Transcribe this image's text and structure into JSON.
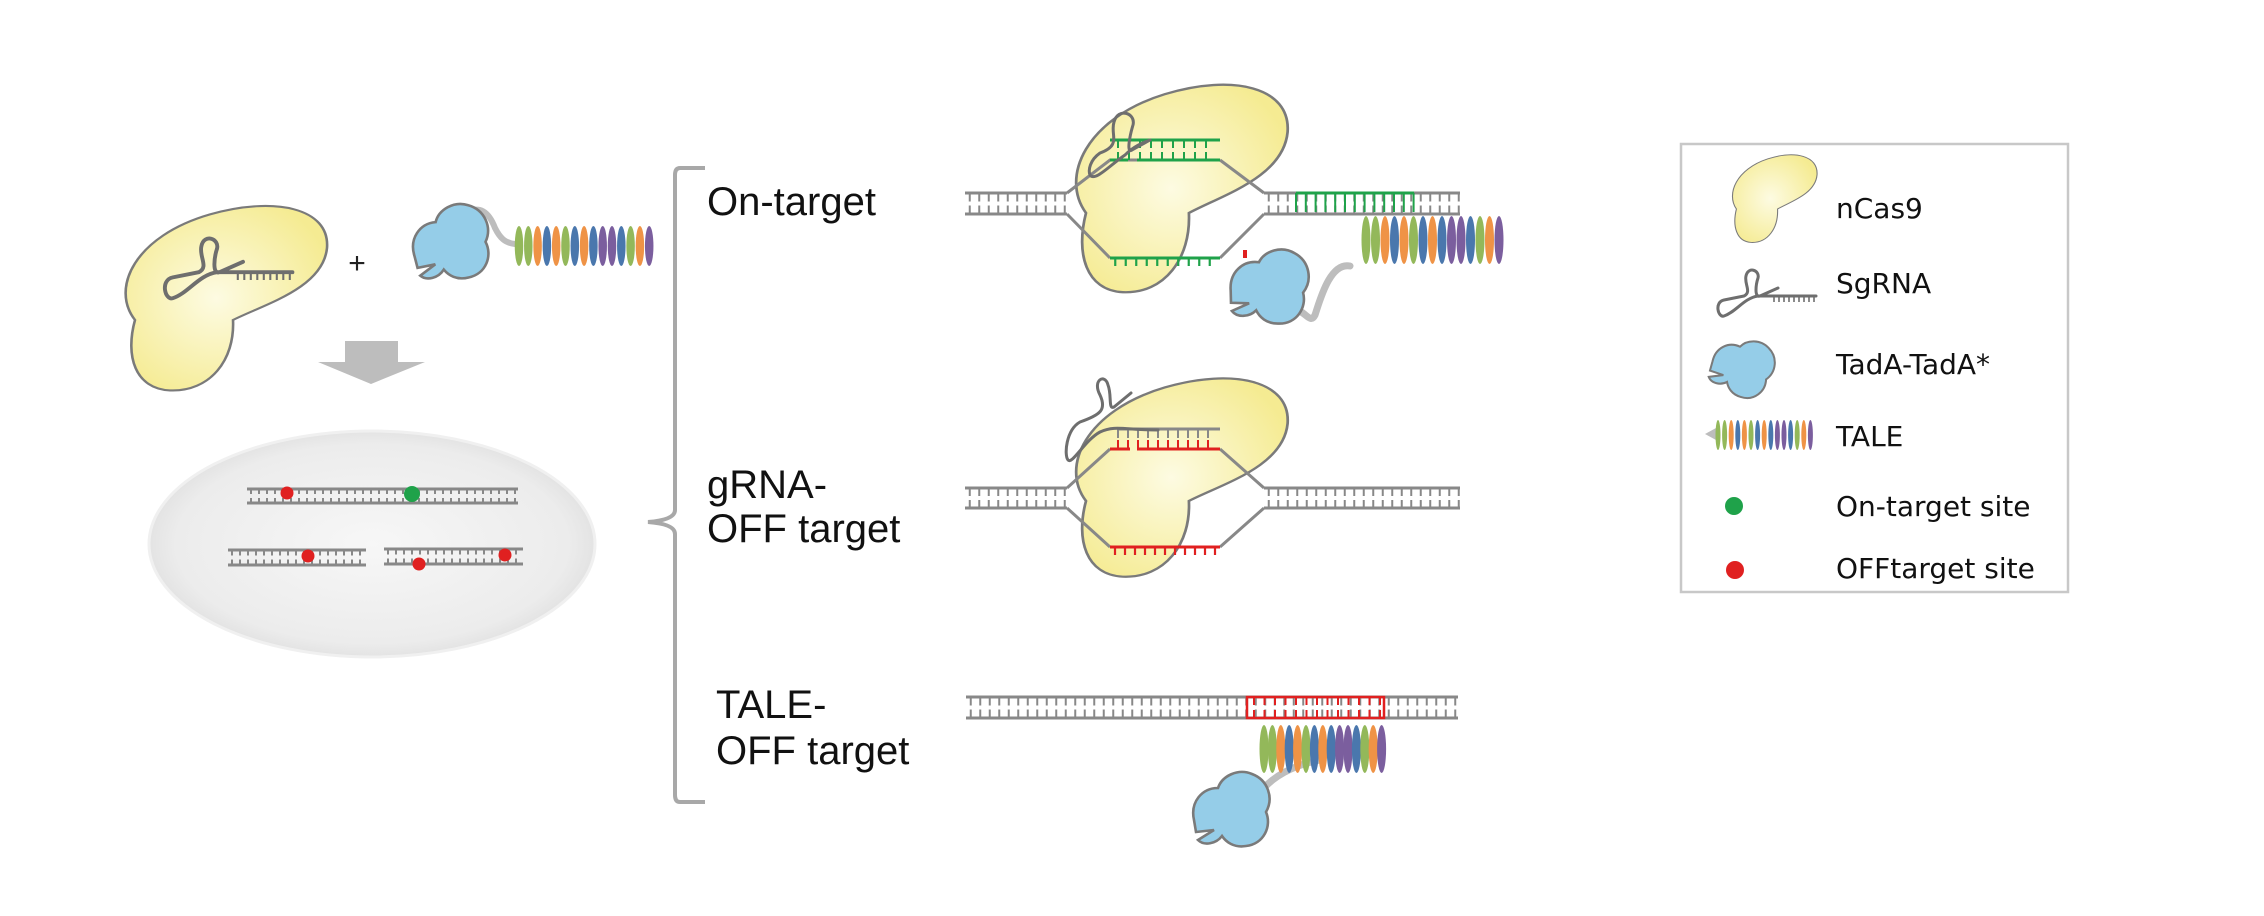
{
  "figure": {
    "plus_sign": "+",
    "rows": [
      {
        "id": "on-target",
        "label_lines": [
          "On-target"
        ],
        "site": "on"
      },
      {
        "id": "grna-off-target",
        "label_lines": [
          "gRNA-",
          "OFF target"
        ],
        "site": "off"
      },
      {
        "id": "tale-off-target",
        "label_lines": [
          "TALE-",
          "OFF target"
        ],
        "site": "off"
      }
    ],
    "cell_sites": [
      {
        "strand": "top",
        "type": "off"
      },
      {
        "strand": "top",
        "type": "on"
      },
      {
        "strand": "lower-left",
        "type": "off"
      },
      {
        "strand": "lower-right",
        "type": "off"
      },
      {
        "strand": "lower-right",
        "type": "off"
      }
    ]
  },
  "legend": {
    "items": [
      {
        "icon": "ncas9-icon",
        "label": "nCas9"
      },
      {
        "icon": "sgrna-icon",
        "label": "SgRNA"
      },
      {
        "icon": "tada-icon",
        "label": "TadA-TadA*"
      },
      {
        "icon": "tale-icon",
        "label": "TALE"
      },
      {
        "icon": "on-target-dot-icon",
        "label": "On-target site"
      },
      {
        "icon": "off-target-dot-icon",
        "label": "OFFtarget site"
      }
    ]
  },
  "colors": {
    "cas9_fill_center": "#fdf9d8",
    "cas9_fill_edge": "#f6ec98",
    "tada_fill": "#95cde8",
    "on_target": "#1fa24a",
    "off_target": "#e02020",
    "dna": "#888888",
    "cell_center": "#f6f6f6",
    "cell_edge": "#dedede",
    "arrow": "#bdbdbd",
    "tale_repeats": [
      "#93b85a",
      "#93b85a",
      "#ef9346",
      "#4a77ad",
      "#ef9346",
      "#93b85a",
      "#4a77ad",
      "#ef9346",
      "#4a77ad",
      "#7b5e9e",
      "#7b5e9e",
      "#4a77ad",
      "#93b85a",
      "#ef9346",
      "#7b5e9e"
    ]
  }
}
